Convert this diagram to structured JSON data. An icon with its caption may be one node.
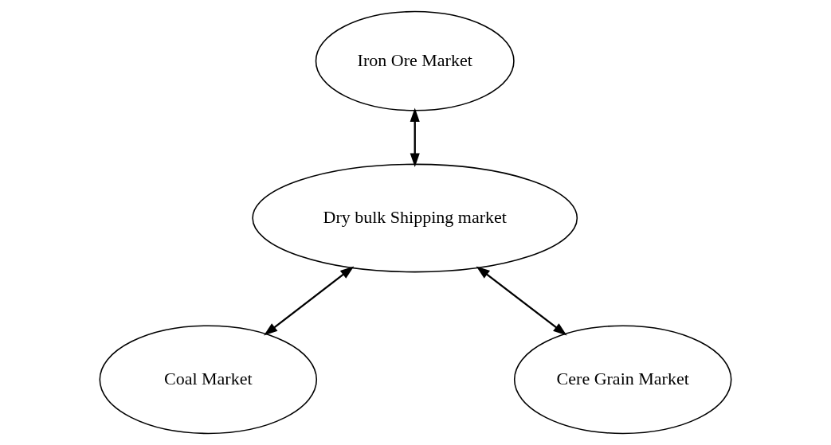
{
  "diagram": {
    "nodes": [
      {
        "text": [
          "Iron Ore Market"
        ]
      },
      {
        "text": [
          "Dry bulk Shipping market"
        ]
      },
      {
        "text": [
          "Coal Market"
        ]
      },
      {
        "text": [
          "Cere Grain Market"
        ]
      }
    ],
    "edges": [
      {
        "from": 0,
        "to": 1,
        "arrow": "both"
      },
      {
        "from": 1,
        "to": 2,
        "arrow": "both"
      },
      {
        "from": 1,
        "to": 3,
        "arrow": "both"
      }
    ]
  }
}
